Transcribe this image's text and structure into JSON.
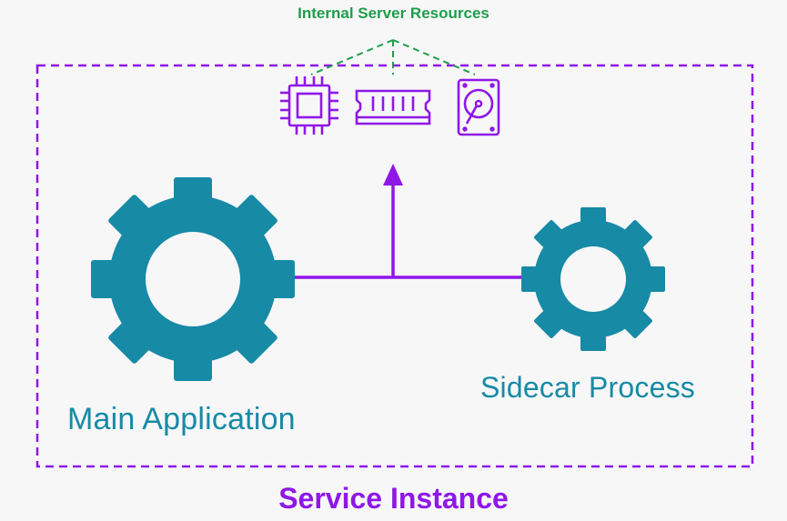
{
  "labels": {
    "internal_resources": "Internal Server Resources",
    "main_application": "Main Application",
    "sidecar_process": "Sidecar Process",
    "service_instance": "Service Instance"
  },
  "icons": {
    "cpu": "cpu-chip-icon",
    "memory": "memory-ram-icon",
    "disk": "hard-disk-icon",
    "main_gear": "gear-icon",
    "sidecar_gear": "gear-icon"
  },
  "colors": {
    "gear": "#178aa6",
    "connector": "#8f17e8",
    "boundary": "#8f17e8",
    "resources_link": "#1f9e4a",
    "background": "#f7f7f8"
  }
}
